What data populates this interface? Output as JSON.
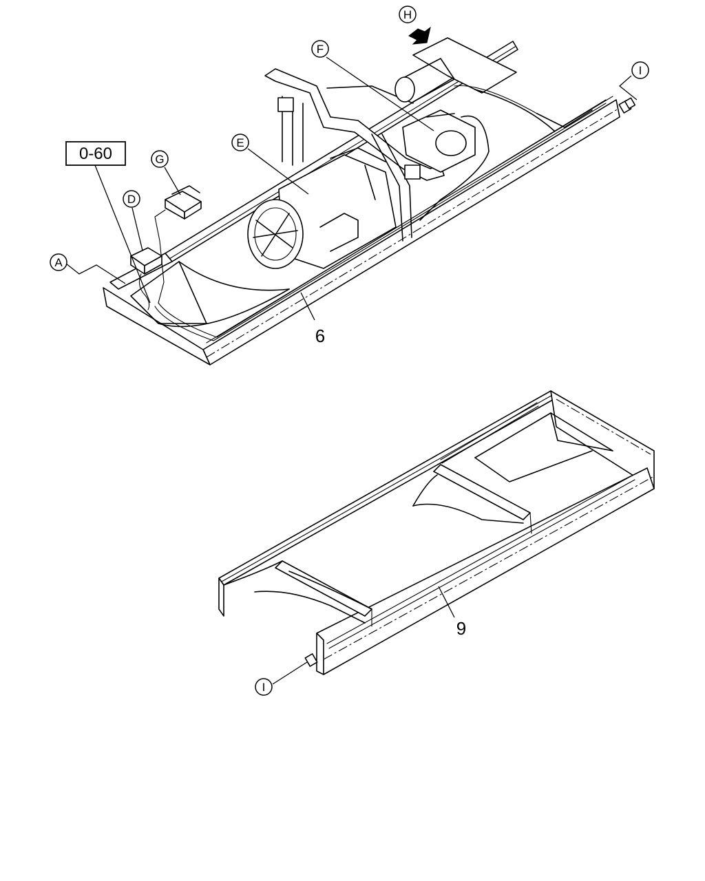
{
  "reference_box": {
    "label": "0-60"
  },
  "callouts": {
    "A": "A",
    "D": "D",
    "E": "E",
    "F": "F",
    "G": "G",
    "H": "H",
    "I_top": "I",
    "I_bottom": "I"
  },
  "part_numbers": {
    "upper_harness": "6",
    "lower_harness": "9"
  }
}
